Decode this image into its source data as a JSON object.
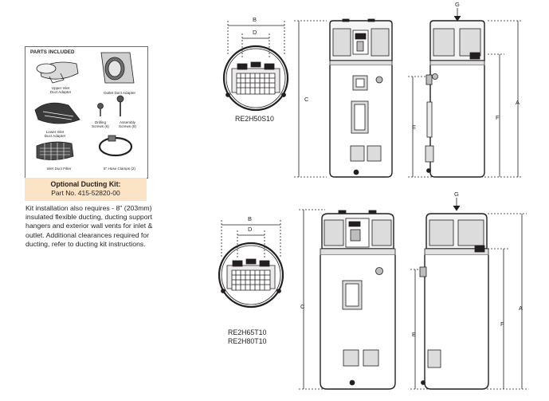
{
  "parts_included": {
    "title": "PARTS INCLUDED",
    "items": [
      {
        "label": "Upper Inlet\nDuct Adapter"
      },
      {
        "label": "Outlet Duct Adapter"
      },
      {
        "label": "Lower Inlet\nDuct Adapter"
      },
      {
        "label": "Drilling\nScrews (6)"
      },
      {
        "label": "Assembly\nScrews (8)"
      },
      {
        "label": "Inlet Duct Filter"
      },
      {
        "label": "8\" Hose Clamps (2)"
      }
    ]
  },
  "kit": {
    "title": "Optional Ducting Kit:",
    "part_no": "Part No. 415-52820-00"
  },
  "note": "Kit installation also requires - 8\" (203mm) insulated flexible ducting, ducting support hangers and exterior wall vents for inlet & outlet. Additional clearances required for ducting, refer to ducting kit instructions.",
  "models": {
    "top": "RE2H50S10",
    "bottom_line1": "RE2H65T10",
    "bottom_line2": "RE2H80T10"
  },
  "dimension_labels": {
    "a": "A",
    "b": "B",
    "c": "C",
    "d": "D",
    "e": "E",
    "f": "F",
    "g": "G"
  },
  "colors": {
    "line": "#231f20",
    "kit_background": "#fbe3c6",
    "box_border": "#6d6e71"
  }
}
